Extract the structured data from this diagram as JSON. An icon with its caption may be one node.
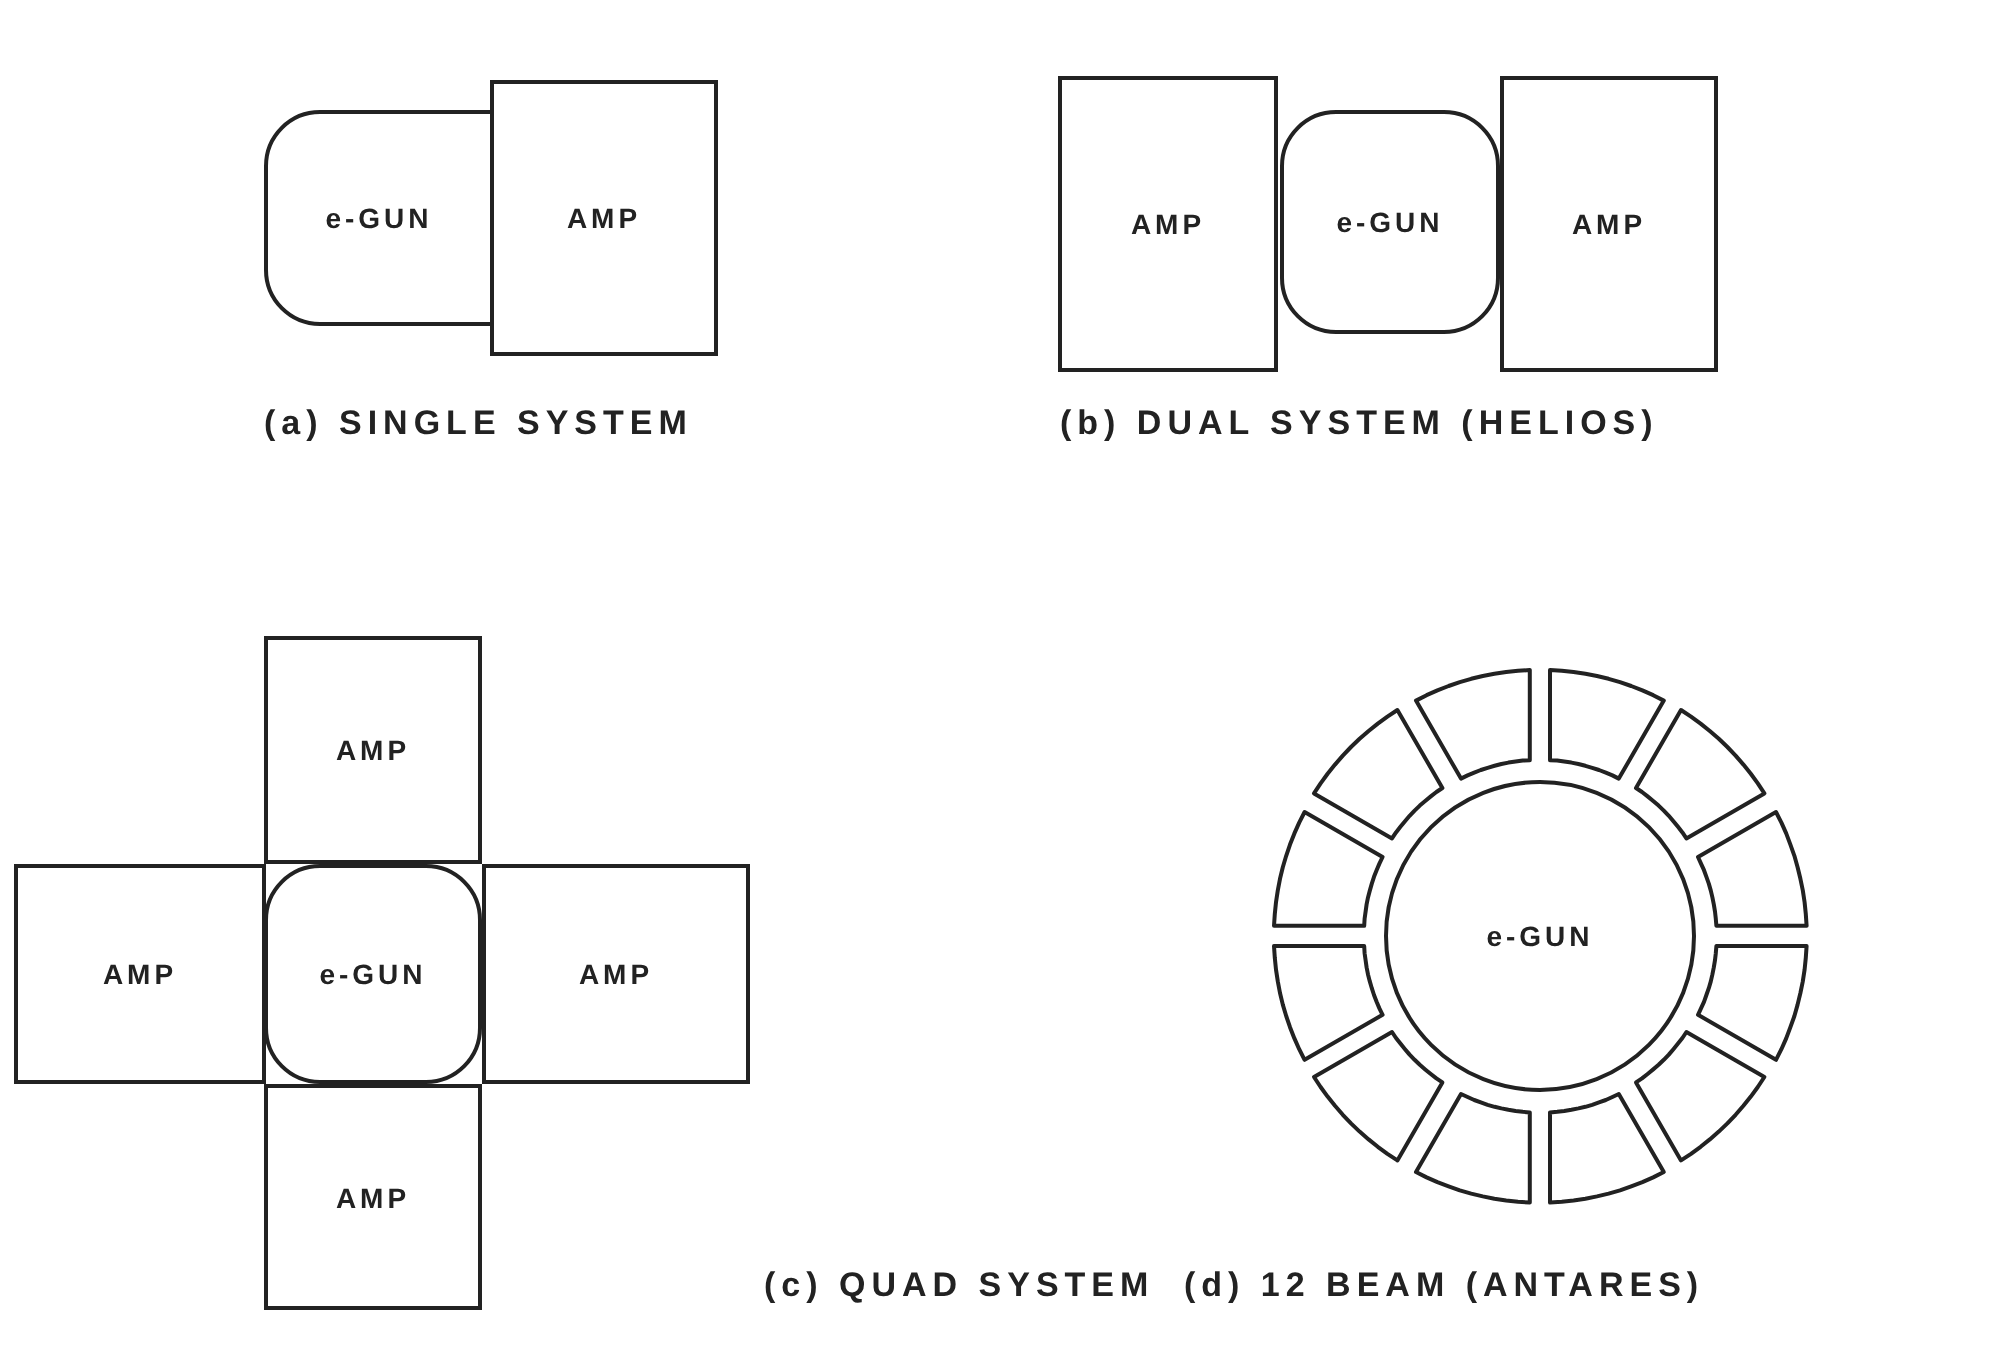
{
  "diagram": {
    "nodes": [
      {
        "text": [
          "e-GUN"
        ]
      },
      {
        "text": [
          "AMP"
        ]
      },
      {
        "text": [
          "AMP"
        ]
      },
      {
        "text": [
          "e-GUN"
        ]
      },
      {
        "text": [
          "AMP"
        ]
      },
      {
        "text": [
          "AMP"
        ]
      },
      {
        "text": [
          "AMP"
        ]
      },
      {
        "text": [
          "e-GUN"
        ]
      },
      {
        "text": [
          "AMP"
        ]
      },
      {
        "text": [
          "AMP"
        ]
      },
      {
        "text": [
          "e-GUN"
        ]
      },
      {
        "text": [],
        "shape": "box"
      },
      {
        "text": [],
        "shape": "box"
      },
      {
        "text": [],
        "shape": "box"
      },
      {
        "text": [],
        "shape": "box"
      },
      {
        "text": [],
        "shape": "box"
      },
      {
        "text": [],
        "shape": "box"
      },
      {
        "text": [],
        "shape": "box"
      },
      {
        "text": [],
        "shape": "box"
      },
      {
        "text": [],
        "shape": "box"
      },
      {
        "text": [],
        "shape": "box"
      },
      {
        "text": [],
        "shape": "box"
      },
      {
        "text": [],
        "shape": "box"
      }
    ],
    "labels": [
      "(a) SINGLE SYSTEM",
      "(b) DUAL SYSTEM (HELIOS)",
      "(c) QUAD SYSTEM",
      "(d) 12 BEAM (ANTARES)"
    ]
  }
}
